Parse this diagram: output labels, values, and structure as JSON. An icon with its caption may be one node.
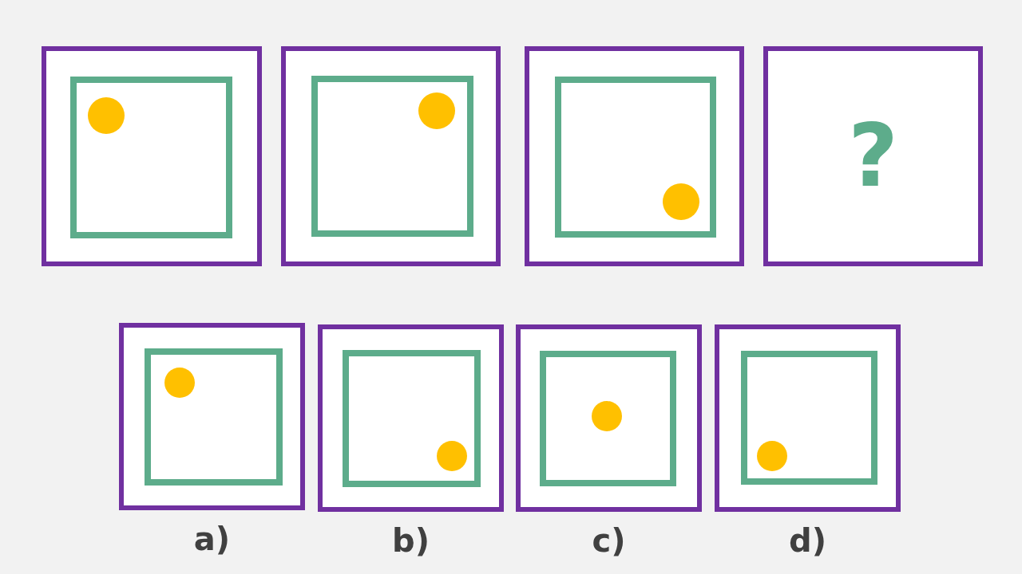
{
  "diagram": {
    "nodes": [
      {
        "text": [],
        "shape": "box"
      },
      {
        "text": [],
        "shape": "box",
        "in": 0
      },
      {
        "text": [],
        "shape": "circle",
        "in": 1
      },
      {
        "text": [],
        "shape": "box"
      },
      {
        "text": [],
        "shape": "box",
        "in": 3
      },
      {
        "text": [],
        "shape": "circle",
        "in": 4
      },
      {
        "text": [],
        "shape": "box"
      },
      {
        "text": [],
        "shape": "box",
        "in": 6
      },
      {
        "text": [],
        "shape": "circle",
        "in": 7
      },
      {
        "text": [
          "?"
        ]
      },
      {
        "text": [],
        "shape": "box",
        "beside": [
          "a)"
        ]
      },
      {
        "text": [],
        "shape": "box",
        "in": 10
      },
      {
        "text": [],
        "shape": "circle",
        "in": 11
      },
      {
        "text": [],
        "shape": "box",
        "beside": [
          "b)"
        ]
      },
      {
        "text": [],
        "shape": "box",
        "in": 13
      },
      {
        "text": [],
        "shape": "circle",
        "in": 14
      },
      {
        "text": [],
        "shape": "box",
        "beside": [
          "c)"
        ]
      },
      {
        "text": [],
        "shape": "box",
        "in": 16
      },
      {
        "text": [],
        "shape": "circle",
        "in": 17
      },
      {
        "text": [],
        "shape": "box",
        "beside": [
          "d)"
        ]
      },
      {
        "text": [],
        "shape": "box",
        "in": 19
      },
      {
        "text": [],
        "shape": "circle",
        "in": 20
      }
    ]
  }
}
